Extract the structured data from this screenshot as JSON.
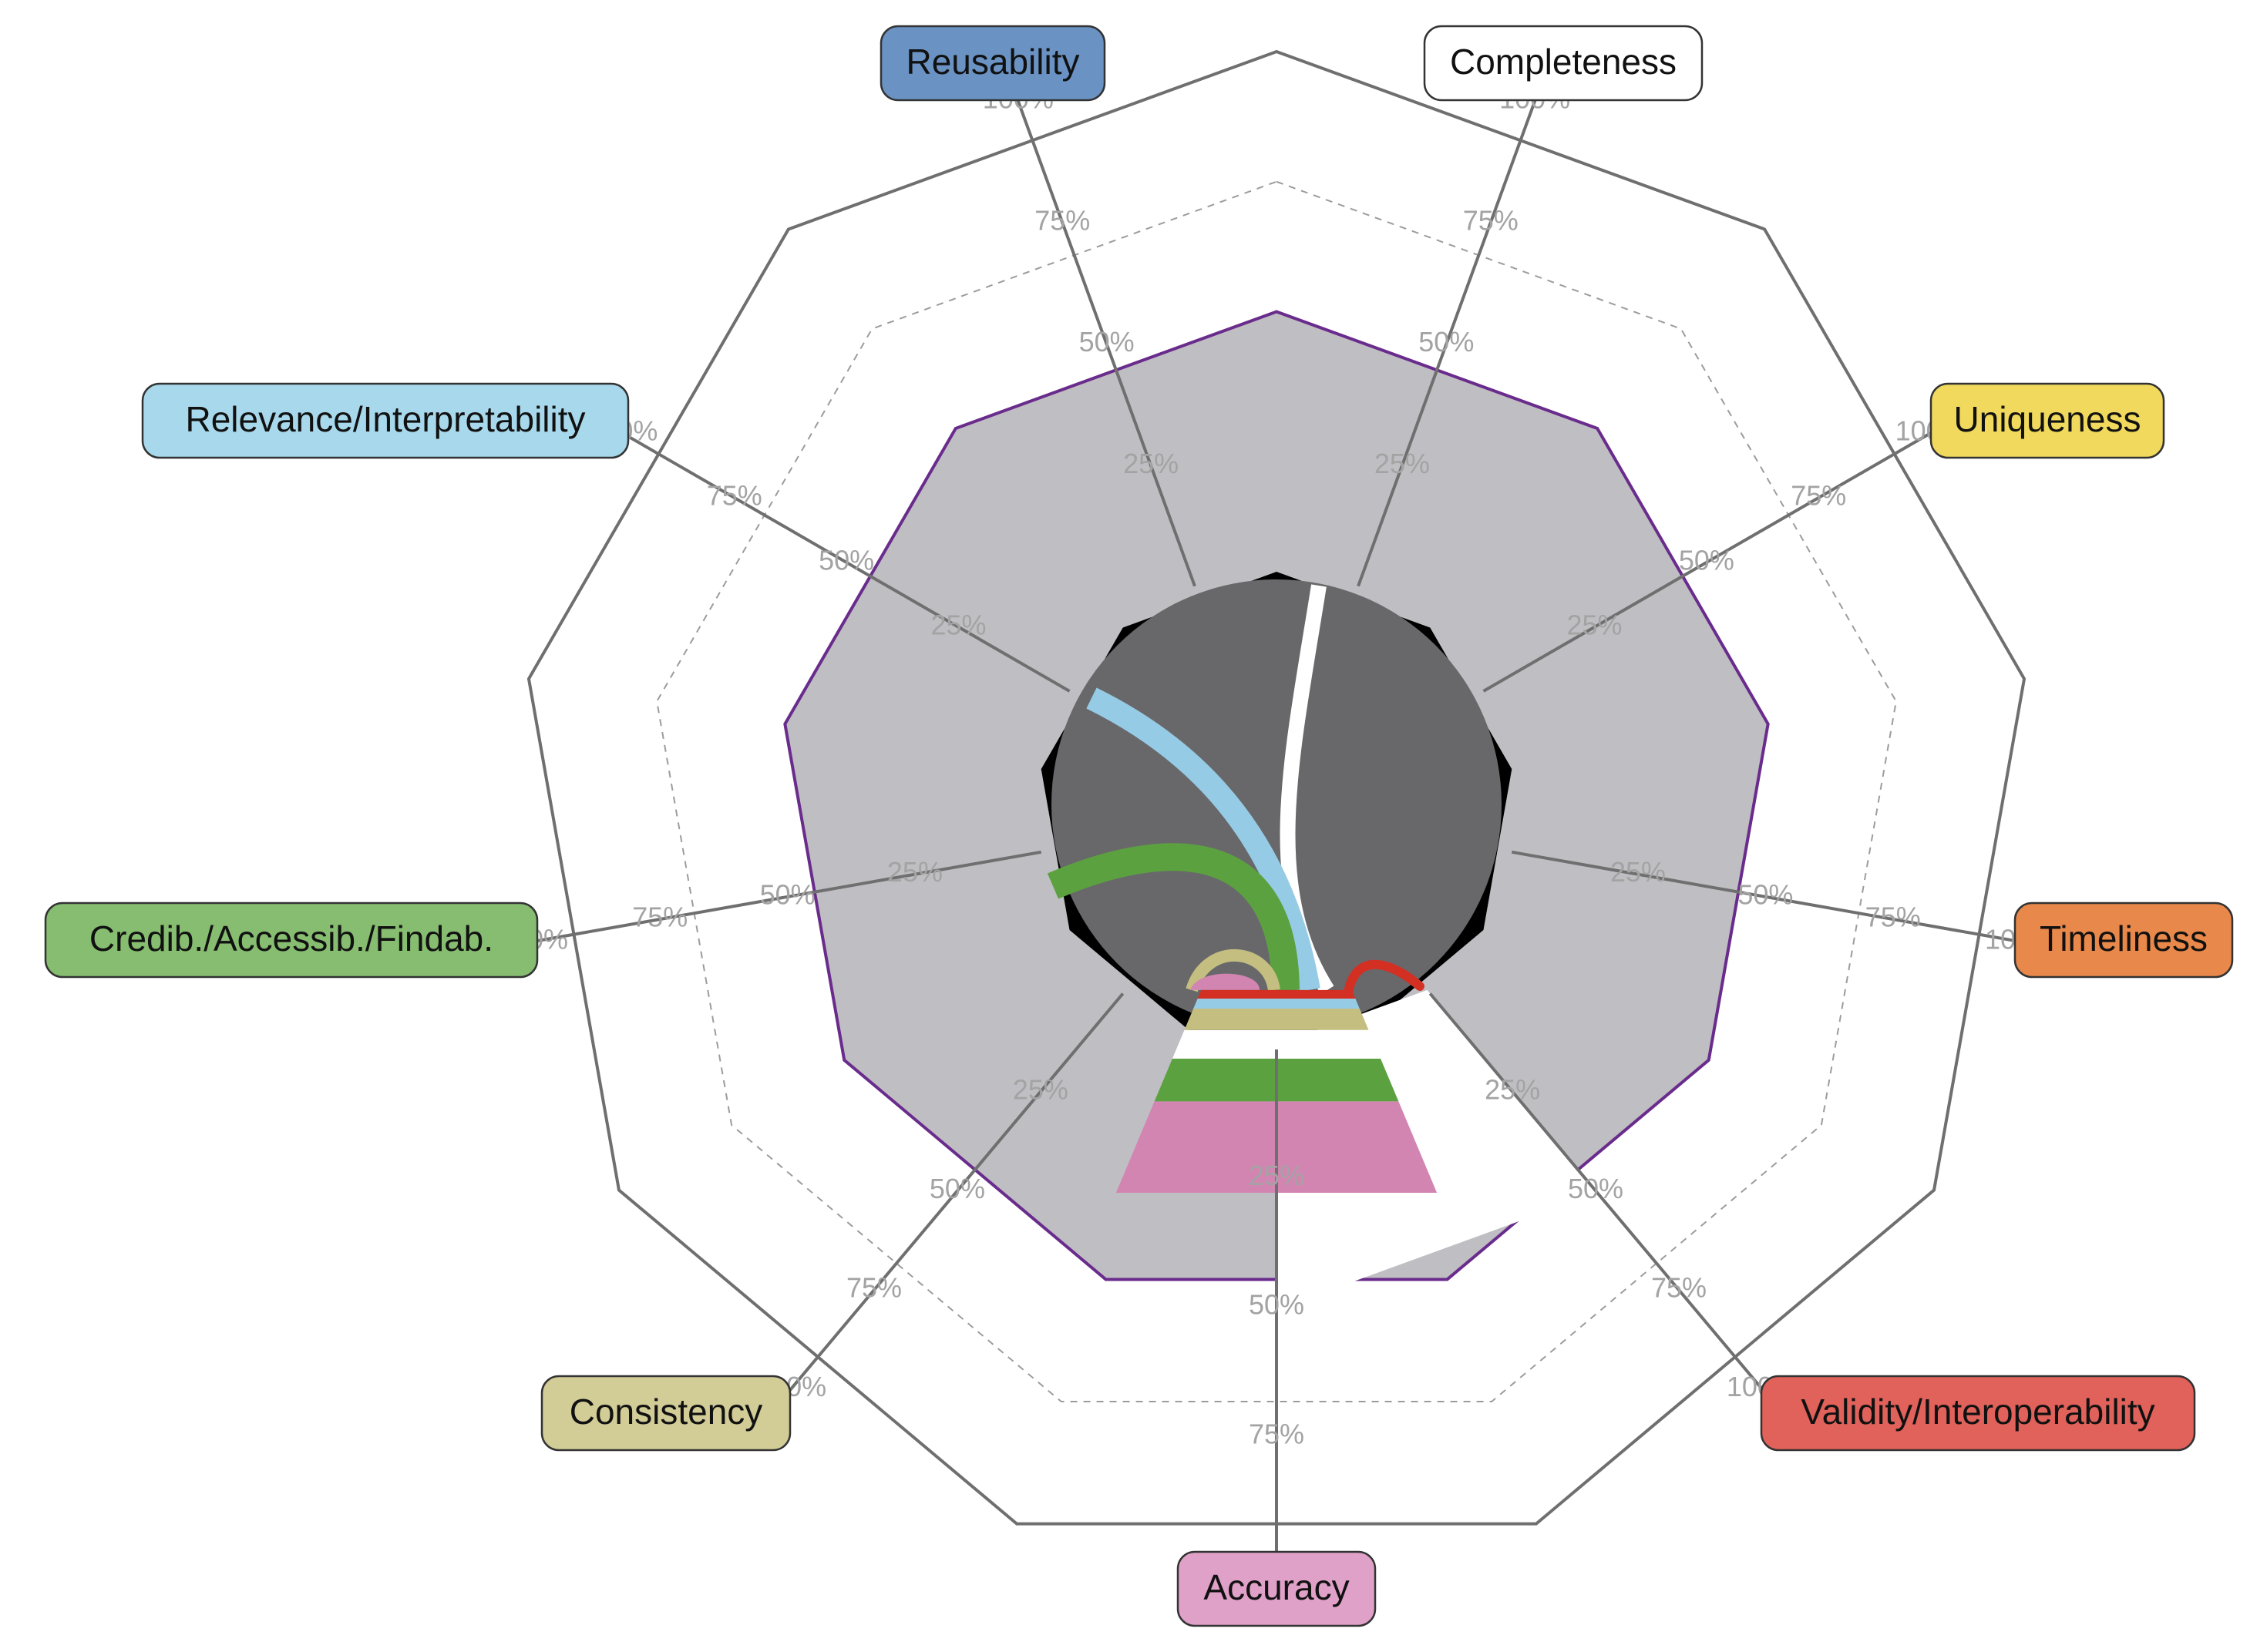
{
  "chart_data": {
    "type": "radar",
    "title": "",
    "scale": "percent",
    "rlim": [
      0,
      100
    ],
    "grid_ticks": [
      25,
      50,
      75,
      100
    ],
    "grid_tick_labels": [
      "25%",
      "50%",
      "75%",
      "100%"
    ],
    "axes": [
      {
        "name": "Completeness",
        "color": "#ffffff"
      },
      {
        "name": "Uniqueness",
        "color": "#f0d95c"
      },
      {
        "name": "Timeliness",
        "color": "#e8884a"
      },
      {
        "name": "Validity/Interoperability",
        "color": "#e0625a"
      },
      {
        "name": "Accuracy",
        "color": "#e0a1c8"
      },
      {
        "name": "Consistency",
        "color": "#d2cc97"
      },
      {
        "name": "Credib./Accessib./Findab.",
        "color": "#86bd70"
      },
      {
        "name": "Relevance/Interpretability",
        "color": "#a8d8eb"
      },
      {
        "name": "Reusability",
        "color": "#6a93c4"
      }
    ],
    "values": [
      50,
      50,
      50,
      50,
      50,
      50,
      50,
      50,
      50
    ],
    "fill_color": "#bfbec3",
    "outline_color": "#6a2c8c",
    "inner_circle_color": "#68686a",
    "accuracy_bands": [
      {
        "name": "Accuracy",
        "color": "#d385b2"
      },
      {
        "name": "Credib./Accessib./Findab.",
        "color": "#5ca140"
      },
      {
        "name": "Completeness",
        "color": "#ffffff"
      },
      {
        "name": "Consistency",
        "color": "#c4bf80"
      },
      {
        "name": "Relevance/Interpretability",
        "color": "#96cbe5"
      },
      {
        "name": "Validity/Interoperability",
        "color": "#d32f23"
      }
    ],
    "grid_on": true,
    "legend": "none"
  }
}
